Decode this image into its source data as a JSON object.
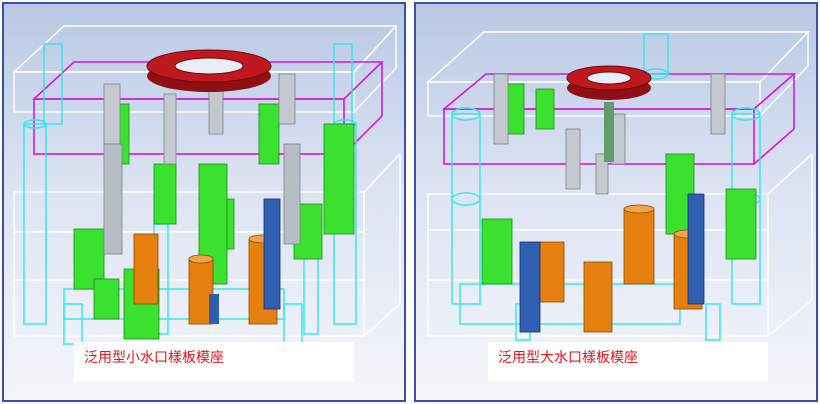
{
  "panels": [
    {
      "caption": "泛用型小水口樣板模座"
    },
    {
      "caption": "泛用型大水口樣板模座"
    }
  ],
  "colors": {
    "border": "#3a4fa8",
    "caption_text": "#e8141c",
    "wire_white": "#ffffff",
    "wire_cyan": "#2ee6f0",
    "wire_magenta": "#d21bd8",
    "spring_green": "#3be12f",
    "pillar_orange": "#e5800f",
    "pillar_blue": "#2e5fb0",
    "ring_red": "#b3151b",
    "bolt_gray": "#9aa0a8"
  },
  "icons": [
    "mold-base-small-gate-render",
    "mold-base-large-gate-render"
  ]
}
